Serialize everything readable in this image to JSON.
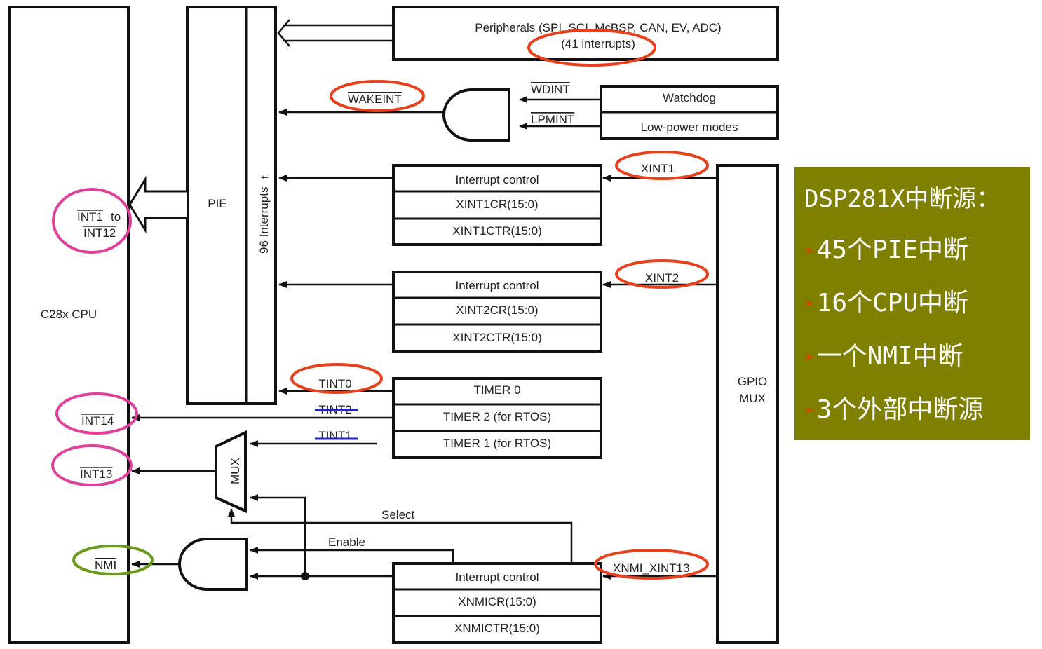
{
  "blocks": {
    "cpu": "C28x CPU",
    "pie": "PIE",
    "pie_interrupts": "96 Interrupts",
    "pie_dagger": "†",
    "peripherals_line1": "Peripherals (SPI, SCI, McBSP, CAN, EV, ADC)",
    "peripherals_line2": "(41 interrupts)",
    "watchdog": "Watchdog",
    "lowpower": "Low-power modes",
    "ic1": "Interrupt control",
    "xint1cr": "XINT1CR(15:0)",
    "xint1ctr": "XINT1CTR(15:0)",
    "ic2": "Interrupt control",
    "xint2cr": "XINT2CR(15:0)",
    "xint2ctr": "XINT2CTR(15:0)",
    "timer0": "TIMER 0",
    "timer2": "TIMER 2 (for RTOS)",
    "timer1": "TIMER 1 (for RTOS)",
    "ic3": "Interrupt control",
    "xnmicr": "XNMICR(15:0)",
    "xnmictr": "XNMICTR(15:0)",
    "gpio1": "GPIO",
    "gpio2": "MUX",
    "mux": "MUX"
  },
  "signals": {
    "wakeint": "WAKEINT",
    "wdint": "WDINT",
    "lpmint": "LPMINT",
    "xint1": "XINT1",
    "xint2": "XINT2",
    "tint0": "TINT0",
    "tint2": "TINT2",
    "tint1": "TINT1",
    "int1": "INT1",
    "to": "to",
    "int12": "INT12",
    "int14": "INT14",
    "int13": "INT13",
    "nmi": "NMI",
    "select": "Select",
    "enable": "Enable",
    "xnmi_xint13": "XNMI_XINT13"
  },
  "panel": {
    "title": "DSP281X中断源：",
    "bullet": "➢",
    "items": [
      "45个PIE中断",
      "16个CPU中断",
      "一个NMI中断",
      "3个外部中断源"
    ]
  },
  "colors": {
    "highlight_red": "#e8401c",
    "highlight_pink": "#e0409a",
    "highlight_green": "#6a9a1a",
    "strike_blue": "#2222cc",
    "panel_bg": "#808000",
    "bullet": "#ff2d00"
  }
}
